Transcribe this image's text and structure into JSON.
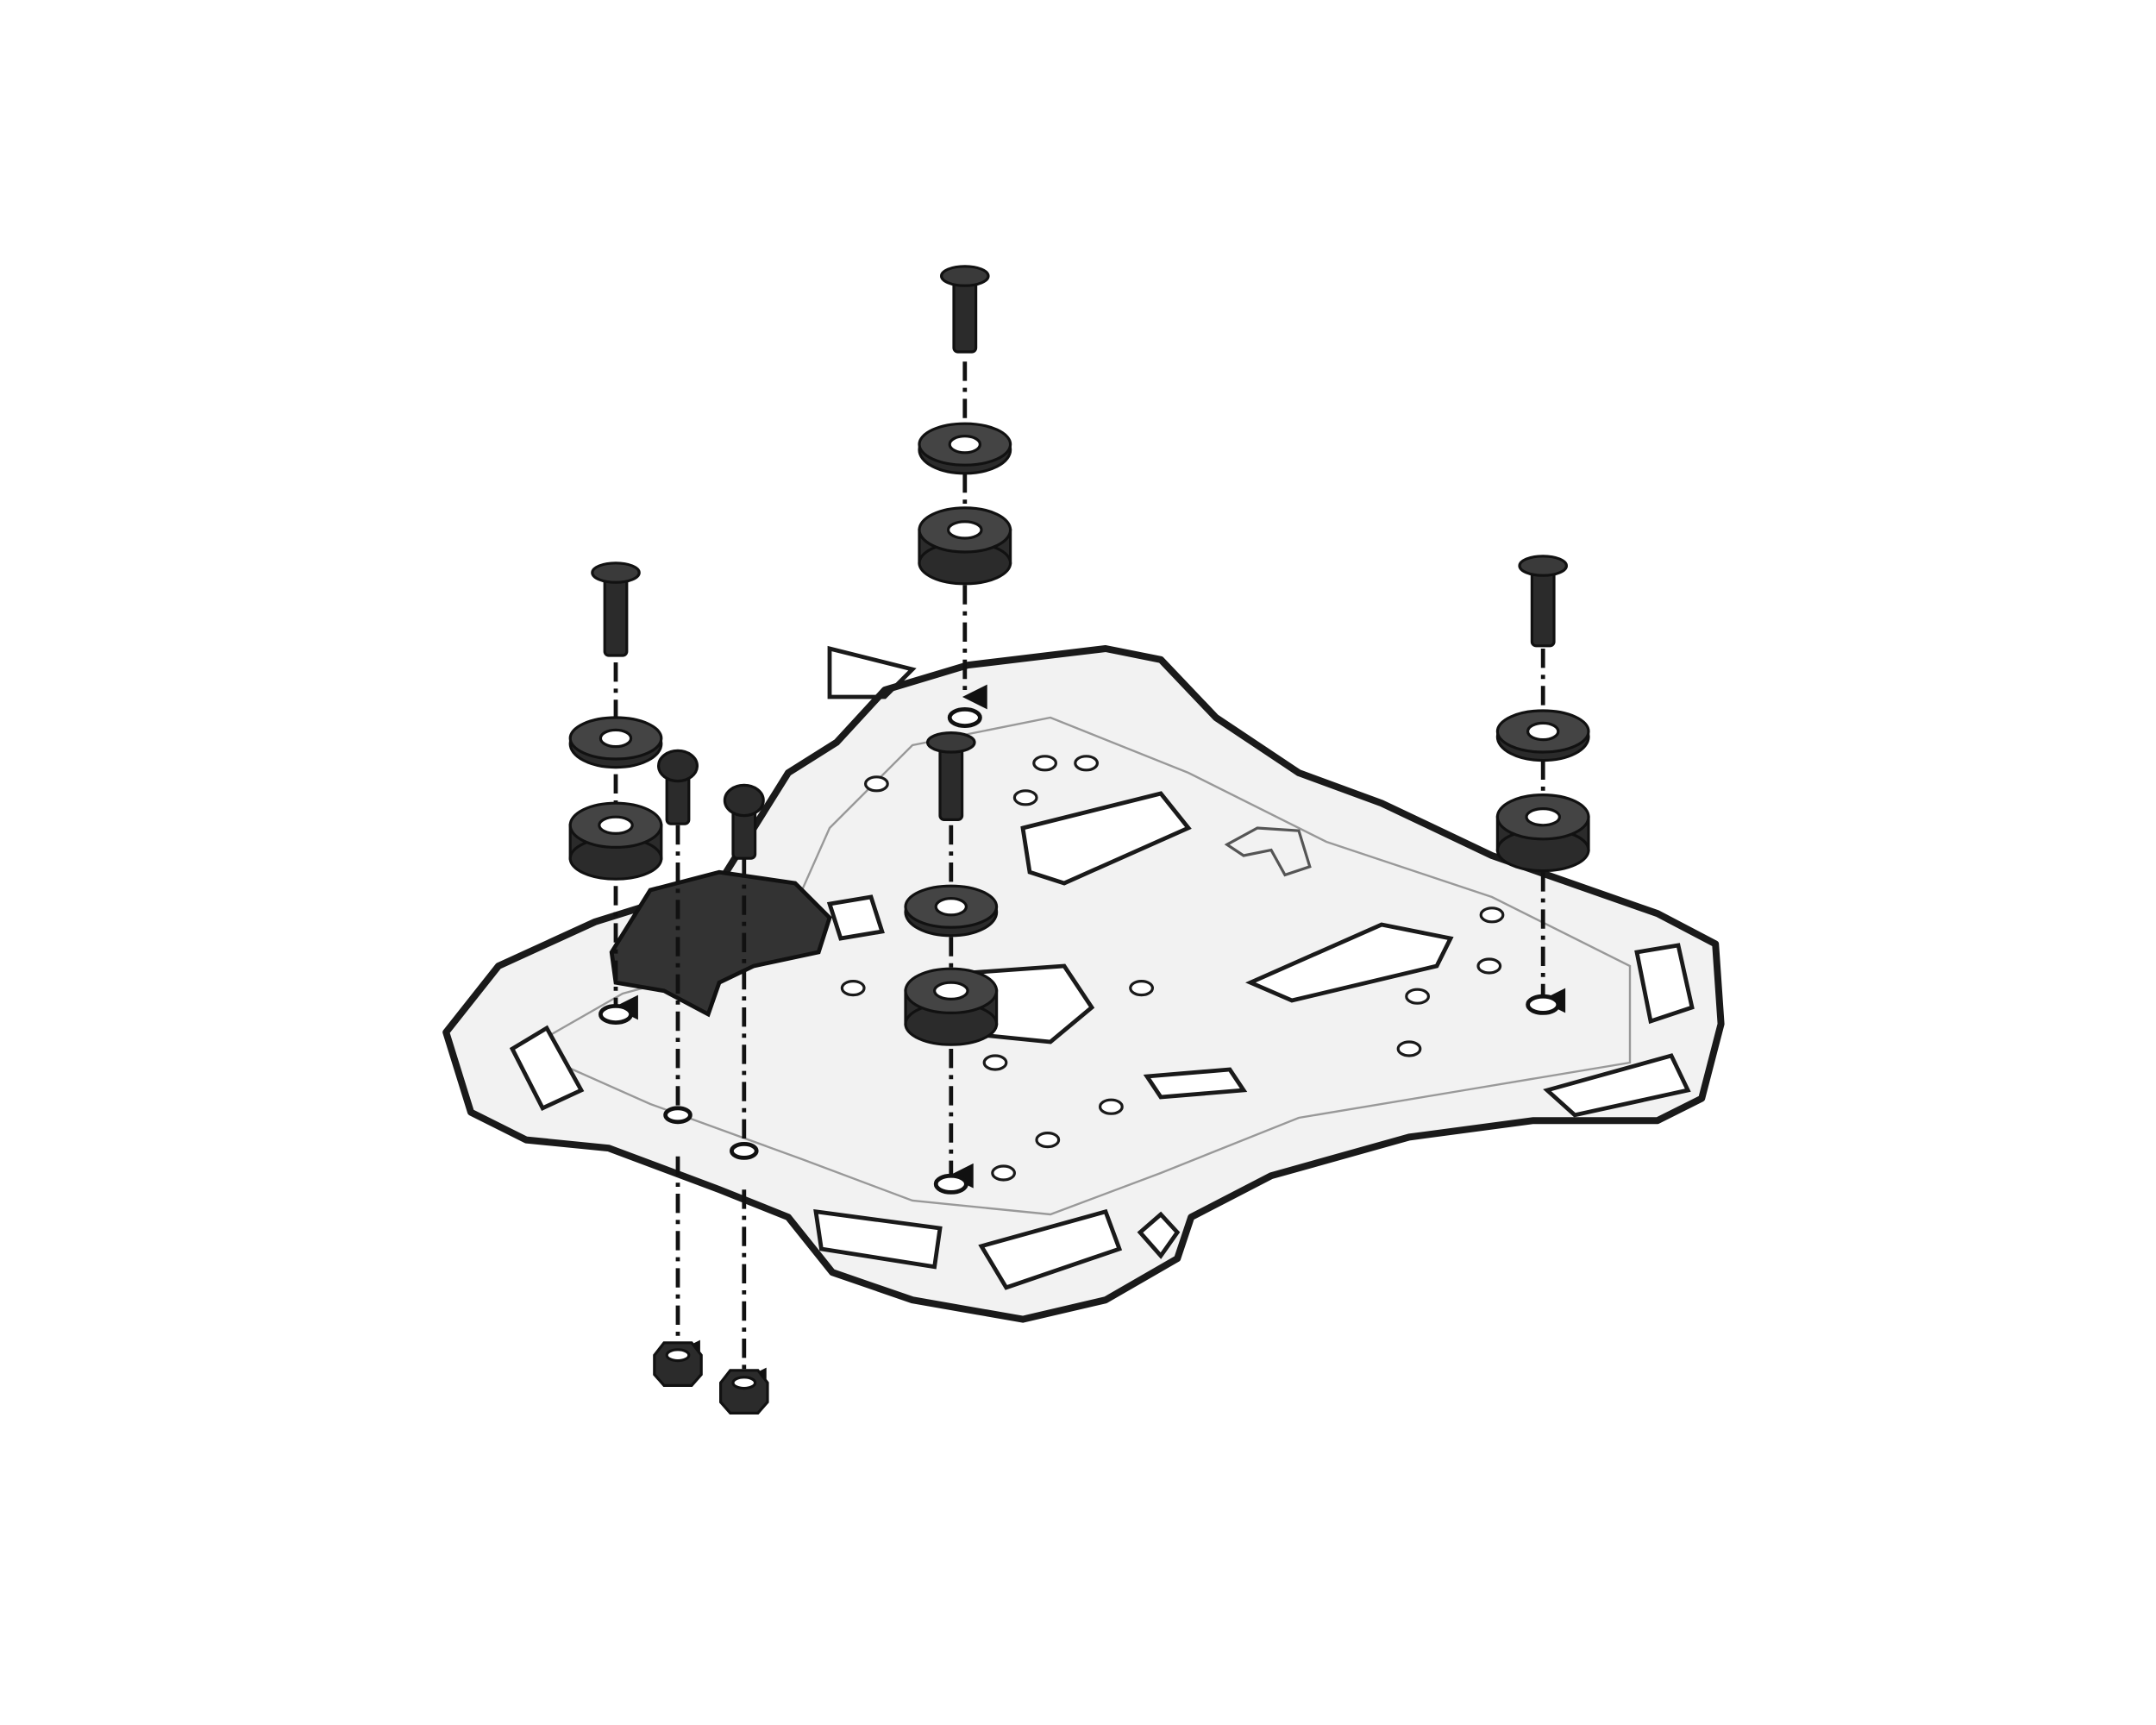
{
  "diagram": {
    "colors": {
      "background": "#ffffff",
      "plate_fill": "#f2f2f2",
      "outline": "#1a1a1a",
      "hardware": "#2b2b2b",
      "bracket": "#333333",
      "guide_line": "#111111"
    },
    "assembly_axes": [
      {
        "name": "top-center",
        "parts": [
          "bolt",
          "washer",
          "grommet"
        ]
      },
      {
        "name": "left",
        "parts": [
          "bolt",
          "washer",
          "grommet"
        ]
      },
      {
        "name": "right",
        "parts": [
          "bolt",
          "washer",
          "grommet"
        ]
      },
      {
        "name": "center",
        "parts": [
          "bolt",
          "washer",
          "grommet"
        ]
      },
      {
        "name": "bracket-left",
        "parts": [
          "bolt",
          "nut"
        ]
      },
      {
        "name": "bracket-right",
        "parts": [
          "bolt",
          "nut"
        ]
      }
    ]
  }
}
